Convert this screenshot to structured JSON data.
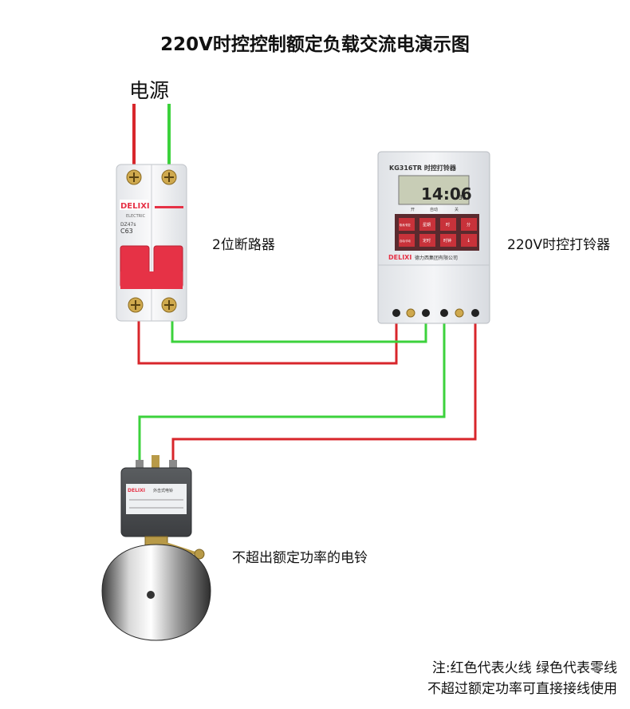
{
  "title": "220V时控控制额定负载交流电演示图",
  "labels": {
    "power_source": "电源",
    "breaker": "2位断路器",
    "timer": "220V时控打铃器",
    "bell": "不超出额定功率的电铃"
  },
  "notes": {
    "line1": "注:红色代表火线 绿色代表零线",
    "line2": "不超过额定功率可直接接线使用"
  },
  "breaker_device": {
    "brand": "DELIXI",
    "sub": "ELECTRIC",
    "model": "DZ47s",
    "rating": "C63"
  },
  "timer_device": {
    "model": "KG316TR 时控打铃器",
    "time": "14:06",
    "seconds": "35",
    "status_left": "开",
    "status_mid": "自动",
    "status_right": "关",
    "brand": "DELIXI",
    "company": "德力西集团有限公司",
    "buttons": [
      "取消/恢复",
      "星期",
      "时",
      "分",
      "自动/手动",
      "定时",
      "时钟",
      "↓"
    ]
  },
  "bell_device": {
    "brand": "DELIXI",
    "type": "外击式电铃"
  },
  "colors": {
    "live": "#d8262b",
    "neutral": "#3cd23c",
    "breaker_handle": "#e63246",
    "timer_body": "#eef0f2",
    "bell_case": "#4a4d50"
  }
}
